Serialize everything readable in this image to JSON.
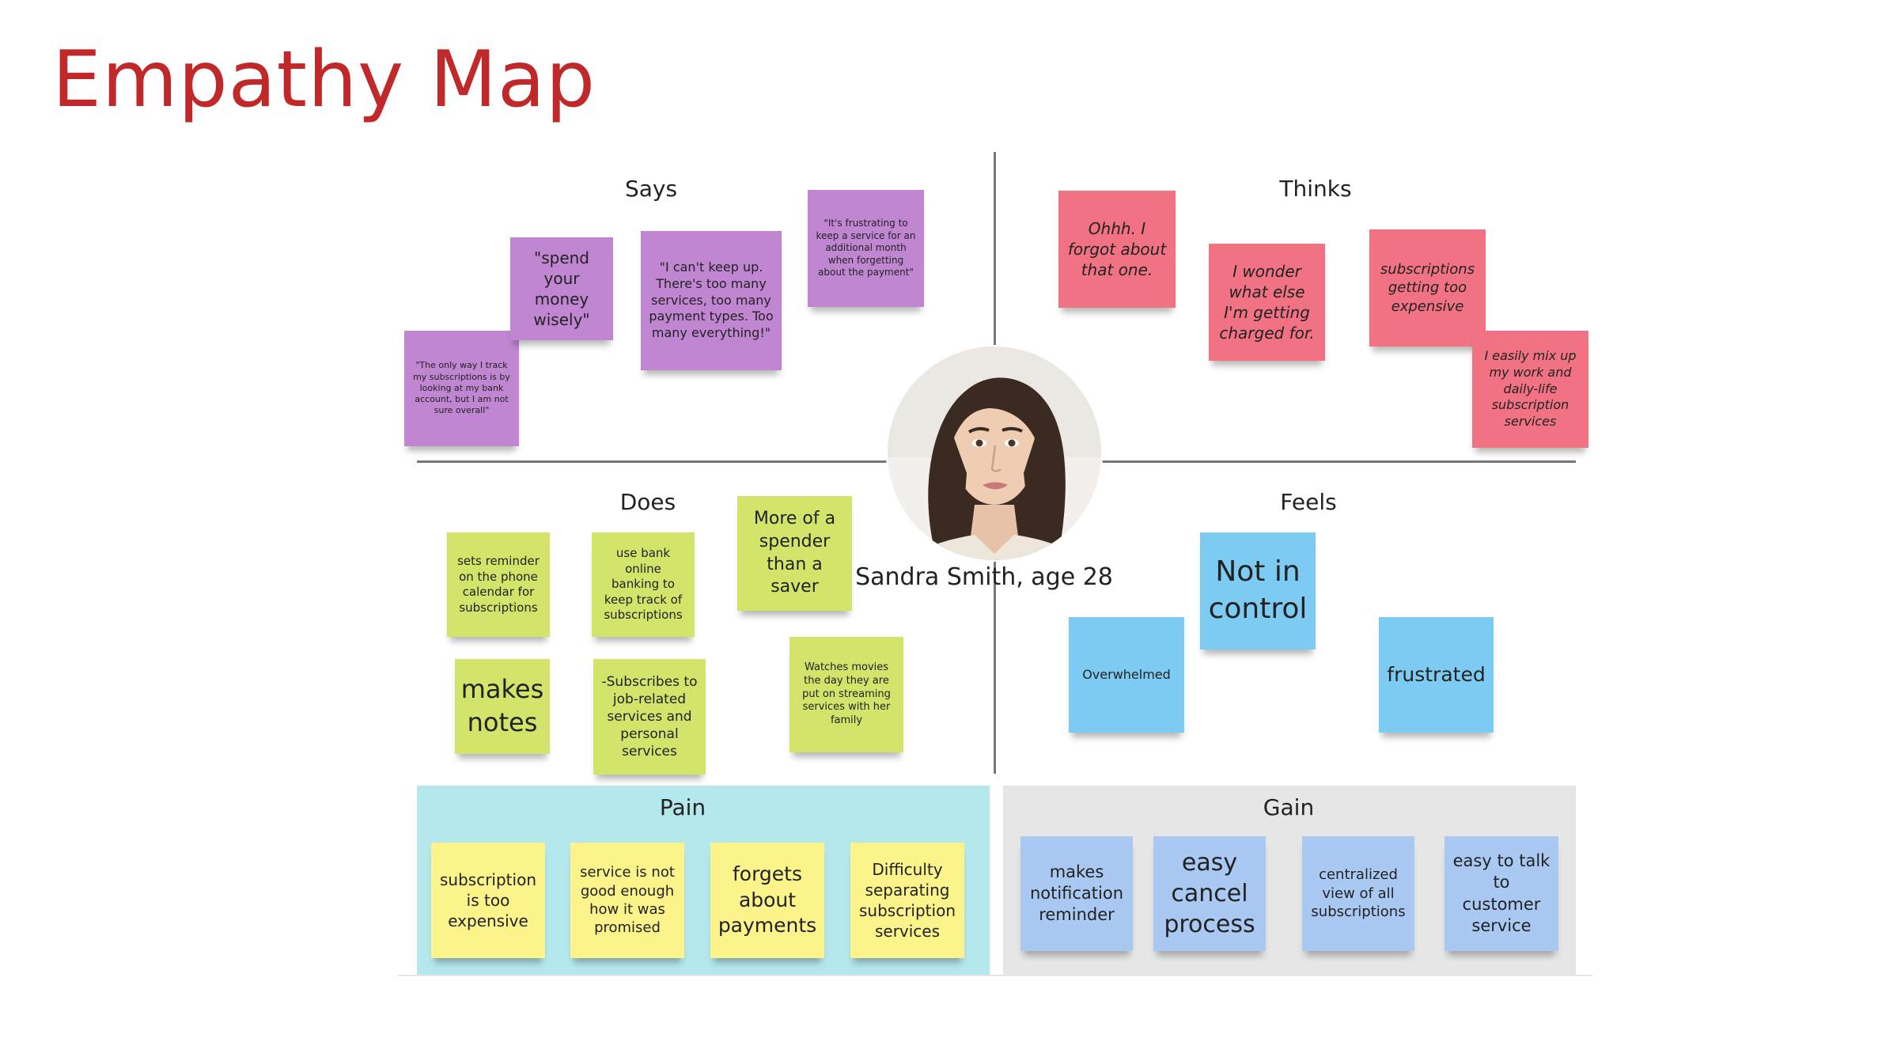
{
  "title": "Empathy Map",
  "colors": {
    "title": "#c0282a",
    "says": "#c086d2",
    "thinks": "#f07283",
    "does": "#d4e36a",
    "feels": "#7dcbf2",
    "pain_bg": "#b4e8ec",
    "pain_note": "#fcf48a",
    "gain_bg": "#e6e6e6",
    "gain_note": "#a9c8f2"
  },
  "persona": {
    "name": "Sandra Smith, age 28"
  },
  "quadrants": {
    "says": {
      "label": "Says",
      "notes": [
        "\"The only way I track my subscriptions is by looking at my bank account, but I am not sure overall\"",
        "\"spend your money wisely\"",
        "\"I can't keep up. There's too many services, too many payment types. Too many everything!\"",
        "\"It's frustrating to keep a service for an additional month when forgetting about the payment\""
      ]
    },
    "thinks": {
      "label": "Thinks",
      "notes": [
        "Ohhh. I forgot about that one.",
        "I wonder what else I'm getting charged for.",
        "subscriptions getting too expensive",
        "I easily mix up my work and daily-life subscription services"
      ]
    },
    "does": {
      "label": "Does",
      "notes": [
        "sets reminder on the phone calendar for subscriptions",
        "use bank online banking to keep track of subscriptions",
        "More of a spender than a saver",
        "makes notes",
        "-Subscribes to job-related services and personal services",
        "Watches movies the day they are put on streaming services with her family"
      ]
    },
    "feels": {
      "label": "Feels",
      "notes": [
        "Not in control",
        "Overwhelmed",
        "frustrated"
      ]
    }
  },
  "pain": {
    "label": "Pain",
    "notes": [
      "subscription is too expensive",
      "service is not good enough how it was promised",
      "forgets about payments",
      "Difficulty separating subscription services"
    ]
  },
  "gain": {
    "label": "Gain",
    "notes": [
      "makes notification reminder",
      "easy cancel process",
      "centralized view of all subscriptions",
      "easy to talk to customer service"
    ]
  }
}
